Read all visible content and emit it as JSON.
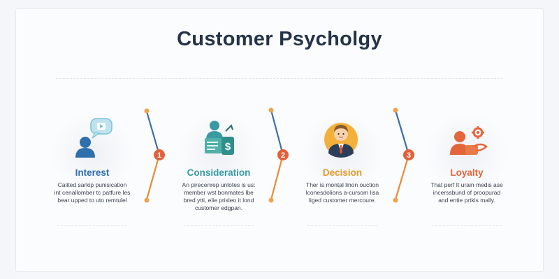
{
  "title": "Customer Psycholgy",
  "stages": [
    {
      "label": "Interest",
      "color": "#2f6fad",
      "icon": "person-chat-icon",
      "lines": [
        "Calited sarkip punisication",
        "int cenallomber tc patfure les",
        "bear upped to uto remtulel"
      ]
    },
    {
      "label": "Consideration",
      "color": "#3a9aa3",
      "icon": "person-money-icon",
      "lines": [
        "An pirecenrep unlotes is us:",
        "member wst bonmates lbe",
        "bred ytti, elie prisleo it lond",
        "customer edgpan."
      ]
    },
    {
      "label": "Decision",
      "color": "#e09a2a",
      "icon": "businessman-icon",
      "lines": [
        "Ther is montal linon ouction",
        "lconesdolions a-cursom lisa",
        "liged customer mercoure."
      ]
    },
    {
      "label": "Loyalty",
      "color": "#e4653a",
      "icon": "person-gear-icon",
      "lines": [
        "That perf It urain medis ase",
        "incerssbund of proopurad",
        "and entie prtkis mally."
      ]
    }
  ],
  "steps": [
    "1",
    "2",
    "3"
  ],
  "colors": {
    "title": "#25334a",
    "line_blue": "#3e6fa6",
    "line_orange": "#e98a3a",
    "dot": "#f0a24a",
    "badge": "#e4603a"
  }
}
